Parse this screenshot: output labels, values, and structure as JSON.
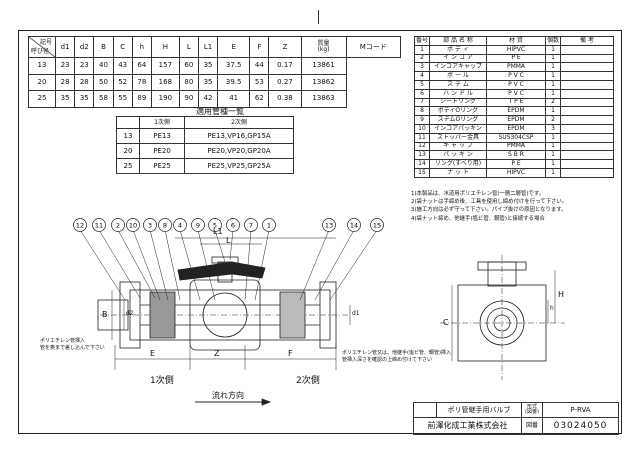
{
  "dim_table": {
    "corner_top": "記号",
    "corner_bottom": "呼び径",
    "headers": [
      "d1",
      "d2",
      "B",
      "C",
      "h",
      "H",
      "L",
      "L1",
      "E",
      "F",
      "Z",
      "質量\n(kg)",
      "Mコード"
    ],
    "rows": [
      [
        "13",
        "23",
        "23",
        "40",
        "43",
        "64",
        "157",
        "60",
        "35",
        "37.5",
        "44",
        "0.17",
        "13861"
      ],
      [
        "20",
        "28",
        "28",
        "50",
        "52",
        "78",
        "168",
        "80",
        "35",
        "39.5",
        "53",
        "0.27",
        "13862"
      ],
      [
        "25",
        "35",
        "35",
        "58",
        "55",
        "89",
        "190",
        "90",
        "42",
        "41",
        "62",
        "0.38",
        "13863"
      ]
    ]
  },
  "parts_table": {
    "headers": [
      "番号",
      "部 品 名 称",
      "材 質",
      "個数",
      "備 考"
    ],
    "rows": [
      [
        "1",
        "ボ デ ィ",
        "HIPVC",
        "1",
        ""
      ],
      [
        "2",
        "イ ン コ ア",
        "P E",
        "1",
        ""
      ],
      [
        "3",
        "インコアキャップ",
        "PMMA",
        "1",
        ""
      ],
      [
        "4",
        "ボ ー ル",
        "P V C",
        "1",
        ""
      ],
      [
        "5",
        "ス テ ム",
        "P V C",
        "1",
        ""
      ],
      [
        "6",
        "ハ ン ド ル",
        "P V C",
        "1",
        ""
      ],
      [
        "7",
        "シートリング",
        "T P E",
        "2",
        ""
      ],
      [
        "8",
        "ボディOリング",
        "EPDM",
        "1",
        ""
      ],
      [
        "9",
        "ステムOリング",
        "EPDM",
        "2",
        ""
      ],
      [
        "10",
        "インコアパッキン",
        "EPDM",
        "3",
        ""
      ],
      [
        "11",
        "ストッパー金具",
        "SUS304CSP",
        "1",
        ""
      ],
      [
        "12",
        "キ ャ ッ プ",
        "PMMA",
        "1",
        ""
      ],
      [
        "13",
        "パ ッ キ ン",
        "S B R",
        "1",
        ""
      ],
      [
        "14",
        "リング(すべり用)",
        "P E",
        "1",
        ""
      ],
      [
        "15",
        "ナ ッ ト",
        "HIPVC",
        "1",
        ""
      ]
    ]
  },
  "compat": {
    "title": "適用管種一覧",
    "headers": [
      "",
      "1次側",
      "2次側"
    ],
    "rows": [
      [
        "13",
        "PE13",
        "PE13,VP16,GP15A"
      ],
      [
        "20",
        "PE20",
        "PE20,VP20,GP20A"
      ],
      [
        "25",
        "PE25",
        "PE25,VP25,GP25A"
      ]
    ]
  },
  "notes": [
    "1)本製品は、水道用ポリエチレン管(一層二層管)です。",
    "2)袋ナットは手締め後、工具を使用し締め付けを行って下さい。",
    "3)施工方向は必ず守って下さい。パイプ抜けの原因となります。",
    "4)袋ナット締め、他継手(塩ビ管、鋼管)と接続する場合"
  ],
  "drawing": {
    "callouts": [
      "12",
      "11",
      "2",
      "10",
      "3",
      "8",
      "4",
      "9",
      "5",
      "6",
      "7",
      "1",
      "13",
      "14",
      "15"
    ],
    "dims": {
      "L1": "L1",
      "L": "L",
      "E": "E",
      "Z": "Z",
      "F": "F",
      "B": "B",
      "d2": "d2",
      "d1": "d1",
      "C": "C",
      "h": "h",
      "H": "H"
    },
    "side1": "1次側",
    "side2": "2次側",
    "flow": "流れ方向",
    "note_left": "ポリエチレン管挿入\n管を奥まで差し込んで下さい",
    "note_right": "ポリエチレン管又は、他継手(塩ビ管、鋼管)挿入\n管挿入深さを確認の上締め付けて下さい"
  },
  "title_block": {
    "product": "ポリ管継手用バルブ",
    "type_label": "形式\n(図番)",
    "type_value": "P-RVA",
    "company": "前澤化成工業株式会社",
    "no_label": "図番",
    "no_value": "03024050"
  }
}
